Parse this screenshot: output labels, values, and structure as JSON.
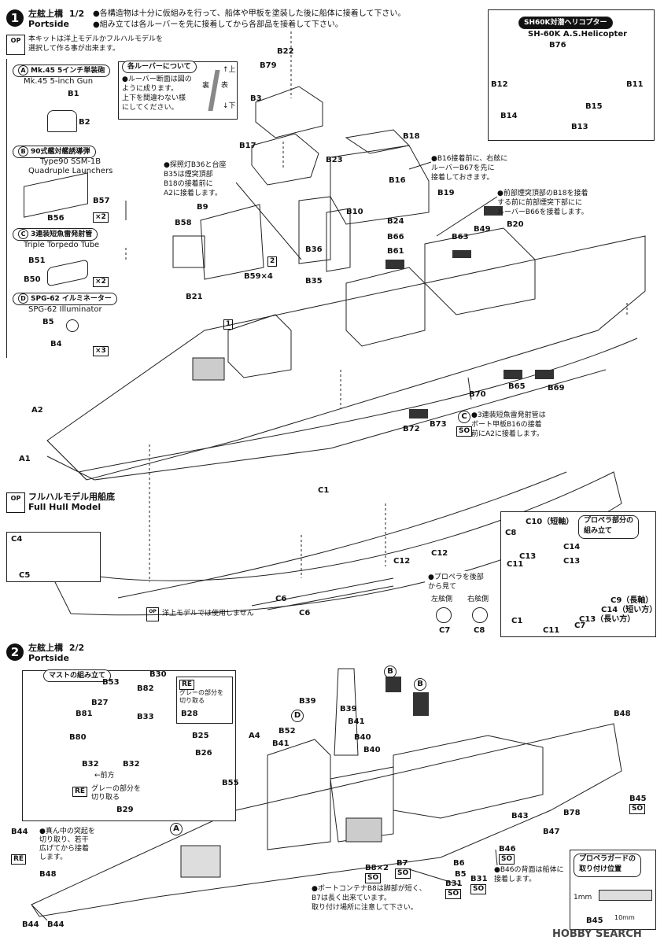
{
  "step1": {
    "number": "1",
    "title": "左舷上構",
    "page": "1/2",
    "subtitle": "Portside",
    "notes": [
      "●各構造物は十分に仮組みを行って、船体や甲板を塗装した後に船体に接着して下さい。",
      "●組み立ては各ルーバーを先に接着してから各部品を接着して下さい。"
    ]
  },
  "option_note": "本キットは洋上モデルかフルハルモデルを\n選択して作る事が出来ます。",
  "louver_box": {
    "title": "各ルーバーについて",
    "text": "●ルーバー断面は図の\nように成ります。\n上下を間違わない様\nにしてください。",
    "up": "↑上",
    "back": "裏",
    "front": "表",
    "down": "↓下"
  },
  "weapons": [
    {
      "letter": "A",
      "jp": "Mk.45 5インチ単装砲",
      "en": "Mk.45 5-inch Gun",
      "parts": [
        "B1",
        "B2"
      ],
      "qty": ""
    },
    {
      "letter": "B",
      "jp": "90式艦対艦誘導弾",
      "en": "Type90 SSM-1B\nQuadruple Launchers",
      "parts": [
        "B57",
        "B56"
      ],
      "qty": "×2"
    },
    {
      "letter": "C",
      "jp": "3連装短魚雷発射管",
      "en": "Triple Torpedo Tube",
      "parts": [
        "B51",
        "B50"
      ],
      "qty": "×2"
    },
    {
      "letter": "D",
      "jp": "SPG-62 イルミネーター",
      "en": "SPG-62 Illuminator",
      "parts": [
        "B5",
        "B4"
      ],
      "qty": "×3"
    }
  ],
  "heli": {
    "jp": "SH60K対潜ヘリコプター",
    "en": "SH-60K A.S.Helicopter",
    "parts": [
      "B76",
      "B12",
      "B11",
      "B15",
      "B14",
      "B13"
    ]
  },
  "callouts": {
    "b36": "●探照灯B36と台座\nB35は煙突頂部\nB18の接着前に\nA2に接着します。",
    "b16": "●B16接着前に、右舷に\nルーバーB67を先に\n接着しておきます。",
    "b18": "●前部煙突頂部のB18を接着\nする前に前部煙突下部にに\nルーバーB66を接着します。",
    "torpedo": "●3連装短魚雷発射管は\nボート甲板B16の接着\n前にA2に接着します。"
  },
  "labels1": [
    "B22",
    "B79",
    "B3",
    "B17",
    "B18",
    "B23",
    "B16",
    "B19",
    "B9",
    "B10",
    "B58",
    "B24",
    "B20",
    "B49",
    "B66",
    "B63",
    "B36",
    "B61",
    "B35",
    "B59×4",
    "B21",
    "B65",
    "B69",
    "B70",
    "B72",
    "B73",
    "A2",
    "A1",
    "1",
    "2"
  ],
  "fullhull": {
    "title": "フルハルモデル用船底",
    "subtitle": "Full Hull Model",
    "labels": [
      "C1",
      "C4",
      "C5",
      "C6",
      "C6",
      "C12",
      "C12"
    ],
    "note": "洋上モデルでは使用しません"
  },
  "propeller_note": {
    "text": "●プロペラを後部\nから見て",
    "left": "左舷側",
    "right": "右舷側",
    "left_part": "C7",
    "right_part": "C8"
  },
  "prop_box": {
    "title": "プロペラ部分の\n組み立て",
    "labels": [
      "C10（短軸）",
      "C8",
      "C13",
      "C14",
      "C11",
      "C13",
      "C9（長軸）",
      "C14（短い方）",
      "C13（長い方）",
      "C1",
      "C11",
      "C7"
    ]
  },
  "step2": {
    "number": "2",
    "title": "左舷上構",
    "page": "2/2",
    "subtitle": "Portside"
  },
  "mast_box": {
    "title": "マストの組み立て",
    "re1": "RE",
    "re1_text": "グレーの部分を\n切り取る",
    "labels": [
      "B30",
      "B53",
      "B82",
      "B27",
      "B33",
      "B28",
      "B81",
      "B25",
      "B80",
      "B26",
      "B32",
      "B32"
    ],
    "arrow": "←前方",
    "re2": "RE",
    "re2_text": "グレーの部分を\n切り取る",
    "b29": "B29"
  },
  "labels2": [
    "B39",
    "B39",
    "B41",
    "B52",
    "A4",
    "B40",
    "B41",
    "B40",
    "B48",
    "B55",
    "B43",
    "B78",
    "B47",
    "B45",
    "B46",
    "B8×2",
    "B7",
    "B6",
    "B5",
    "B31",
    "B31",
    "A",
    "B",
    "B",
    "D"
  ],
  "notes2": {
    "b44": "●真ん中の突起を\n切り取り、若干\n広げてから接着\nします。",
    "b46": "●B46の背面は船体に\n接着します。",
    "b8": "●ボートコンテナB8は脚部が短く、\nB7は長く出来ています。\n取り付け場所に注意して下さい。"
  },
  "guard_box": {
    "title": "プロペラガードの\n取り付け位置",
    "m1": "1mm",
    "m10": "10mm",
    "part": "B45"
  },
  "b44_labels": [
    "B44",
    "B48",
    "B44",
    "B44"
  ],
  "watermark": "HOBBY SEARCH",
  "so": "SO",
  "re": "RE",
  "op": "OP"
}
